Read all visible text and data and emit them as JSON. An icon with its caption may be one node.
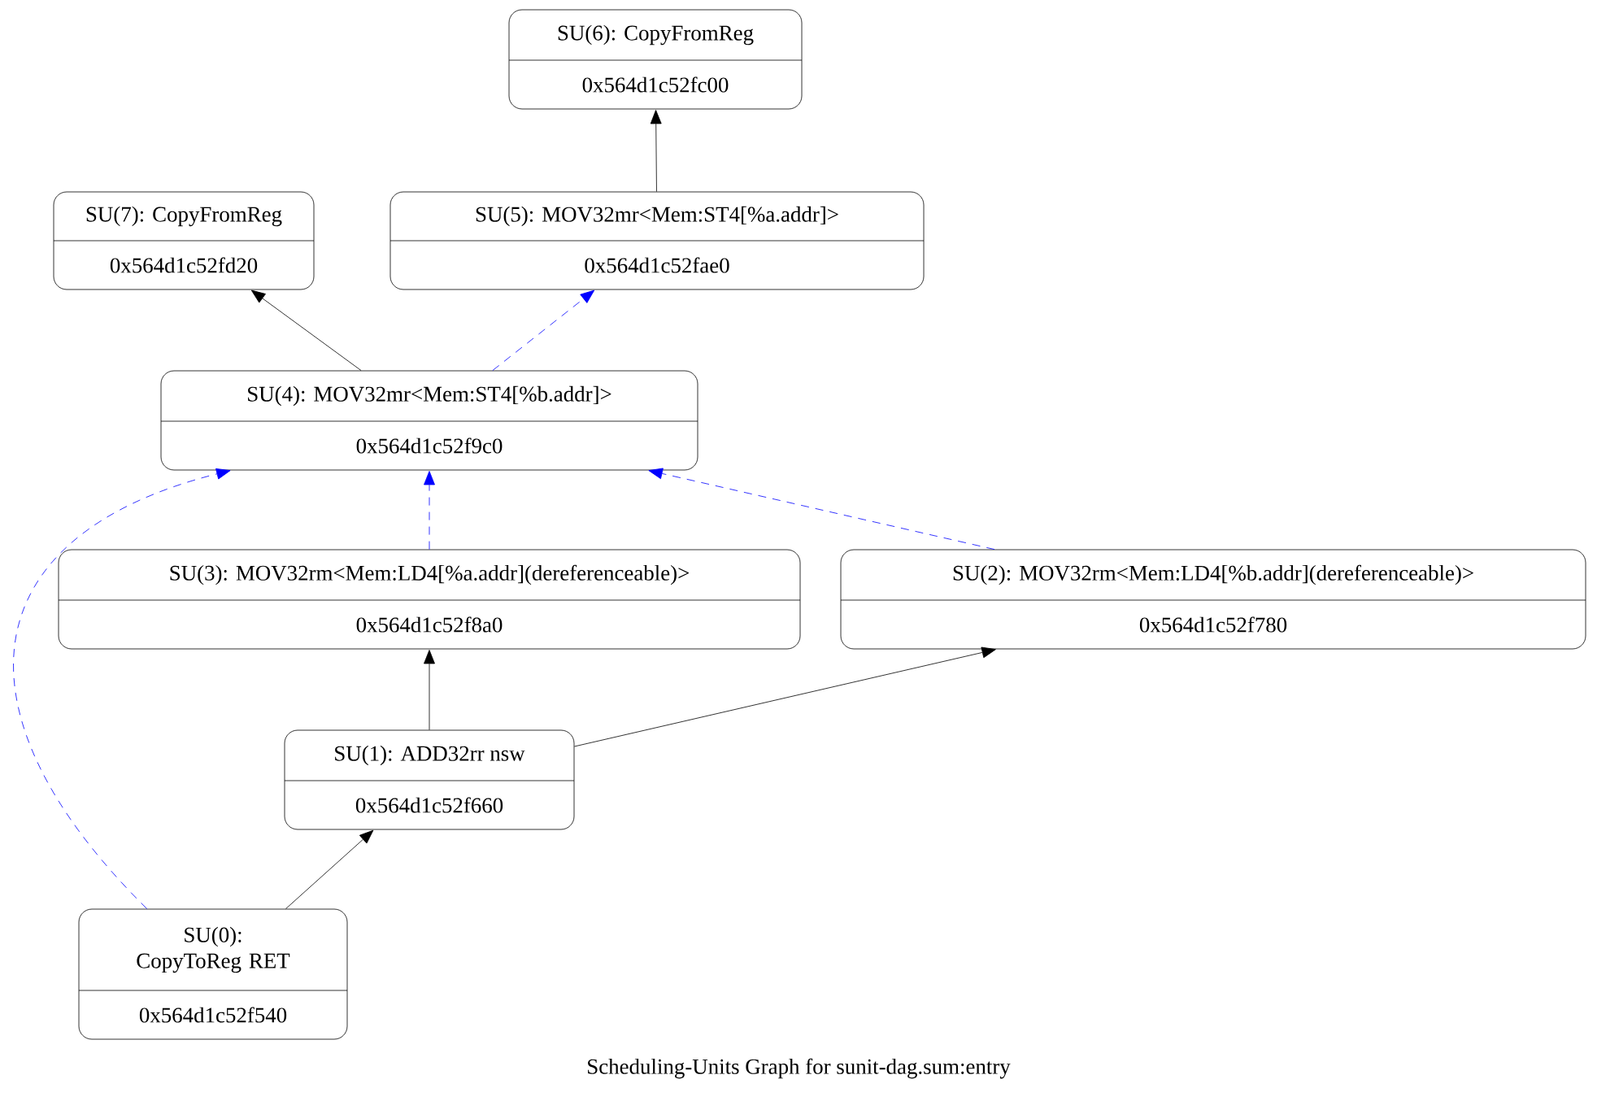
{
  "diagram": {
    "caption": "Scheduling-Units Graph for sunit-dag.sum:entry",
    "nodes": [
      {
        "text": [
          "SU(6): CopyFromReg",
          "0x564d1c52fc00"
        ]
      },
      {
        "text": [
          "SU(7): CopyFromReg",
          "0x564d1c52fd20"
        ]
      },
      {
        "text": [
          "SU(5): MOV32mr<Mem:ST4[%a.addr]>",
          "0x564d1c52fae0"
        ]
      },
      {
        "text": [
          "SU(4): MOV32mr<Mem:ST4[%b.addr]>",
          "0x564d1c52f9c0"
        ]
      },
      {
        "text": [
          "SU(3): MOV32rm<Mem:LD4[%a.addr](dereferenceable)>",
          "0x564d1c52f8a0"
        ]
      },
      {
        "text": [
          "SU(2): MOV32rm<Mem:LD4[%b.addr](dereferenceable)>",
          "0x564d1c52f780"
        ]
      },
      {
        "text": [
          "SU(1): ADD32rr nsw",
          "0x564d1c52f660"
        ]
      },
      {
        "text": [
          "SU(0): CopyToReg RET",
          "0x564d1c52f540"
        ]
      }
    ],
    "edges": [
      {
        "from": 2,
        "to": 0,
        "arrow": "to"
      },
      {
        "from": 3,
        "to": 1,
        "arrow": "to"
      },
      {
        "from": 3,
        "to": 2,
        "arrow": "to",
        "style": "dashed",
        "color": "#0000ff"
      },
      {
        "from": 4,
        "to": 3,
        "arrow": "to",
        "style": "dashed",
        "color": "#0000ff"
      },
      {
        "from": 5,
        "to": 3,
        "arrow": "to",
        "style": "dashed",
        "color": "#0000ff"
      },
      {
        "from": 7,
        "to": 3,
        "arrow": "to",
        "style": "dashed",
        "color": "#0000ff"
      },
      {
        "from": 6,
        "to": 4,
        "arrow": "to"
      },
      {
        "from": 6,
        "to": 5,
        "arrow": "to"
      },
      {
        "from": 7,
        "to": 6,
        "arrow": "to"
      }
    ]
  }
}
